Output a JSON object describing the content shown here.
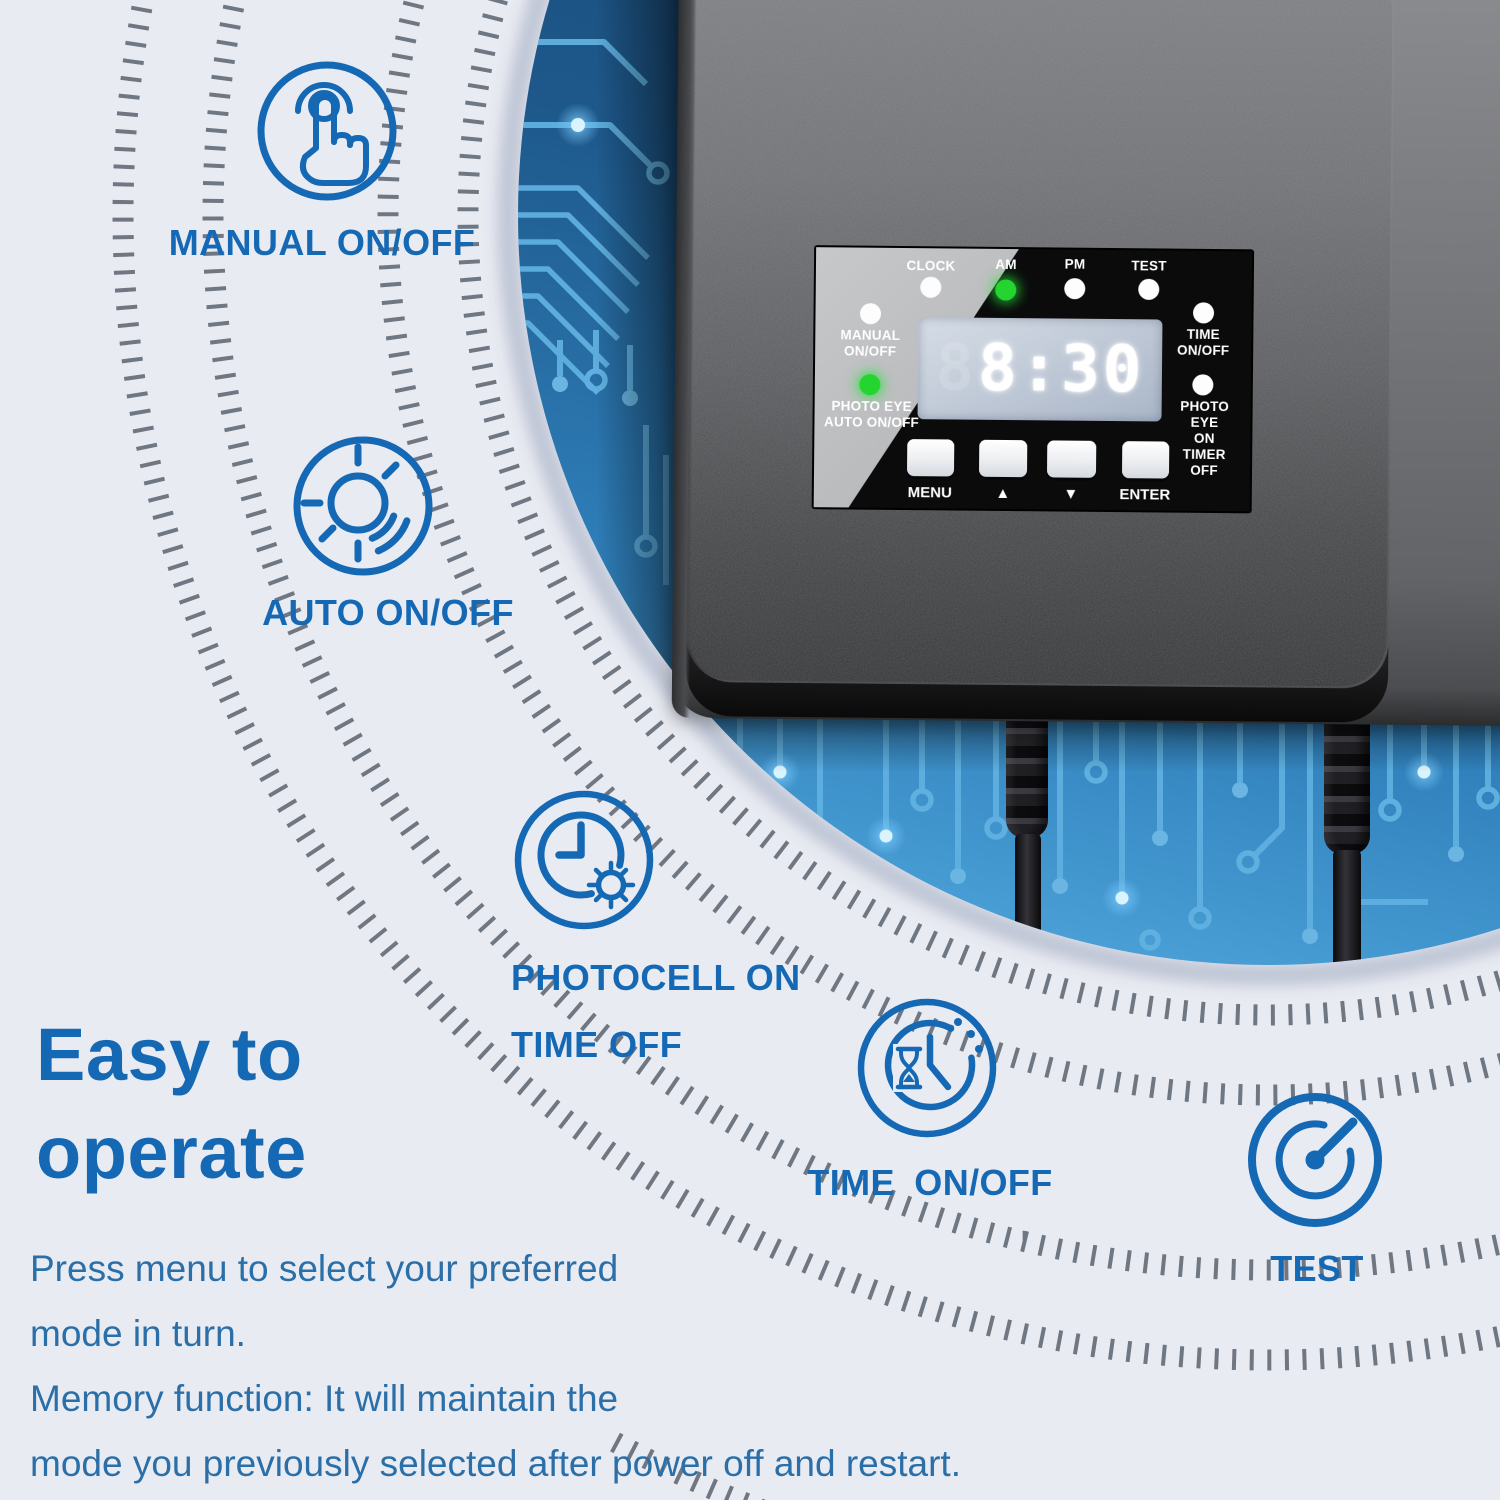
{
  "colors": {
    "accent": "#1569b4",
    "body_text": "#2b6fa9",
    "lit_green": "#23d52e",
    "circuit_blue": "#2e7cb8"
  },
  "heading": "Easy to\noperate",
  "paragraph": {
    "lines": [
      "Press menu to select your preferred",
      "mode in turn.",
      "Memory function: It will maintain the",
      "mode you previously selected after power off and restart."
    ]
  },
  "features": [
    {
      "icon": "touch-hand-icon",
      "label": "MANUAL ON/OFF"
    },
    {
      "icon": "sun-photocell-icon",
      "label": "AUTO ON/OFF"
    },
    {
      "icon": "clock-sun-icon",
      "label": "PHOTOCELL ON\nTIME OFF"
    },
    {
      "icon": "clock-hourglass-icon",
      "label": "TIME ON/OFF"
    },
    {
      "icon": "gauge-icon",
      "label": "TEST"
    }
  ],
  "panel": {
    "display": {
      "ghost": "8",
      "time": "8:30"
    },
    "top_indicators": [
      {
        "label": "CLOCK",
        "dot_class": "ind-dot"
      },
      {
        "label": "AM",
        "dot_class": "ind-dot lit"
      },
      {
        "label": "PM",
        "dot_class": "ind-dot"
      },
      {
        "label": "TEST",
        "dot_class": "ind-dot"
      }
    ],
    "left_indicators": [
      {
        "label": "MANUAL\nON/OFF",
        "dot_class": "ind-dot"
      },
      {
        "label": "PHOTO EYE\nAUTO ON/OFF",
        "dot_class": "ind-dot lit"
      }
    ],
    "right_indicators": [
      {
        "label": "TIME\nON/OFF",
        "dot_class": "ind-dot"
      },
      {
        "label": "PHOTO EYE ON\nTIMER OFF",
        "dot_class": "ind-dot"
      }
    ],
    "buttons": [
      {
        "label": "MENU"
      },
      {
        "label": "▲"
      },
      {
        "label": "▼"
      },
      {
        "label": "ENTER"
      }
    ]
  }
}
